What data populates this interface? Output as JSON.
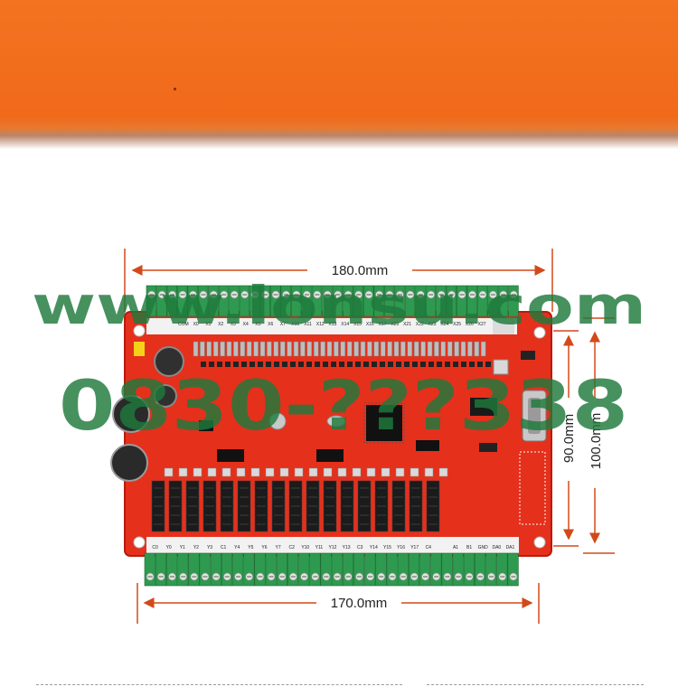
{
  "dimensions": {
    "top_width": "180.0mm",
    "bottom_width": "170.0mm",
    "inner_height": "90.0mm",
    "outer_height": "100.0mm"
  },
  "watermark": {
    "line1": "www.lonsu.com",
    "line2": "0830-???338"
  },
  "top_terminal_labels": [
    "COM",
    "X0",
    "X1",
    "X2",
    "X3",
    "X4",
    "X5",
    "X6",
    "X7",
    "X10",
    "X11",
    "X12",
    "X13",
    "X14",
    "X15",
    "X16",
    "X17",
    "X20",
    "X21",
    "X22",
    "X23",
    "X24",
    "X25",
    "X26",
    "X27"
  ],
  "bottom_terminal_labels": [
    "C0",
    "Y0",
    "Y1",
    "Y2",
    "Y3",
    "C1",
    "Y4",
    "Y5",
    "Y6",
    "Y7",
    "C2",
    "Y10",
    "Y11",
    "Y12",
    "Y13",
    "C3",
    "Y14",
    "Y15",
    "Y16",
    "Y17",
    "C4",
    "",
    "A1",
    "B1",
    "GND",
    "DA0",
    "DA1"
  ],
  "colors": {
    "banner": "#f37321",
    "pcb": "#e8281a",
    "terminal": "#2e9a4f",
    "dimension": "#d24a1a",
    "watermark": "#1f7a3c"
  }
}
